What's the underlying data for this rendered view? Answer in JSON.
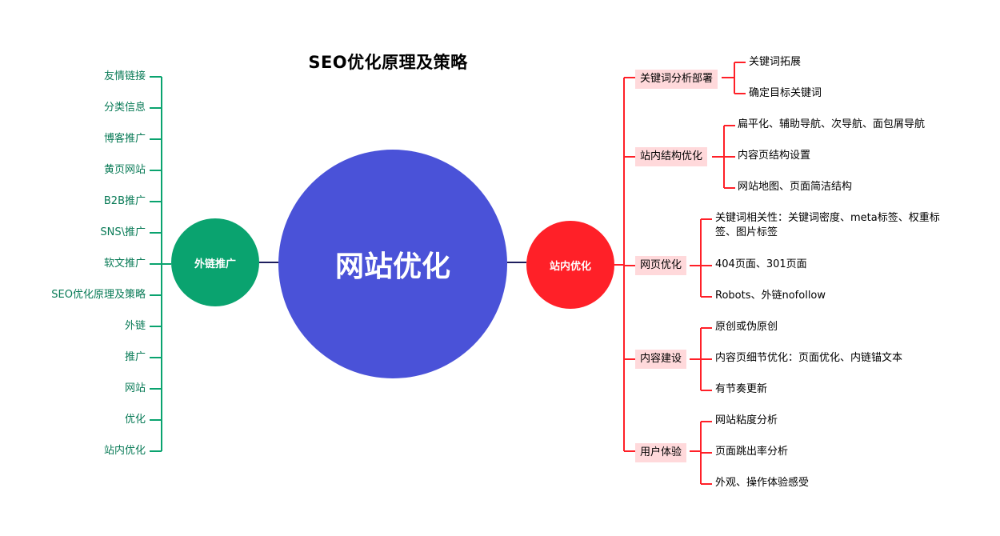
{
  "title": "SEO优化原理及策略",
  "center": {
    "label": "网站优化",
    "color": "#4a52d8"
  },
  "left": {
    "label": "外链推广",
    "color": "#0aa36f",
    "items": [
      "友情链接",
      "分类信息",
      "博客推广",
      "黄页网站",
      "B2B推广",
      "SNS\\推广",
      "软文推广",
      "SEO优化原理及策略",
      "外链",
      "推广",
      "网站",
      "优化",
      "站内优化"
    ]
  },
  "right": {
    "label": "站内优化",
    "color": "#ff2028",
    "branches": [
      {
        "label": "关键词分析部署",
        "items": [
          "关键词拓展",
          "确定目标关键词"
        ]
      },
      {
        "label": "站内结构优化",
        "items": [
          "扁平化、辅助导航、次导航、面包屑导航",
          "内容页结构设置",
          "网站地图、页面简洁结构"
        ]
      },
      {
        "label": "网页优化",
        "items": [
          "关键词相关性：关键词密度、meta标签、权重标签、图片标签",
          "404页面、301页面",
          "Robots、外链nofollow"
        ]
      },
      {
        "label": "内容建设",
        "items": [
          "原创或伪原创",
          "内容页细节优化：页面优化、内链锚文本",
          "有节奏更新"
        ]
      },
      {
        "label": "用户体验",
        "items": [
          "网站粘度分析",
          "页面跳出率分析",
          "外观、操作体验感受"
        ]
      }
    ]
  }
}
